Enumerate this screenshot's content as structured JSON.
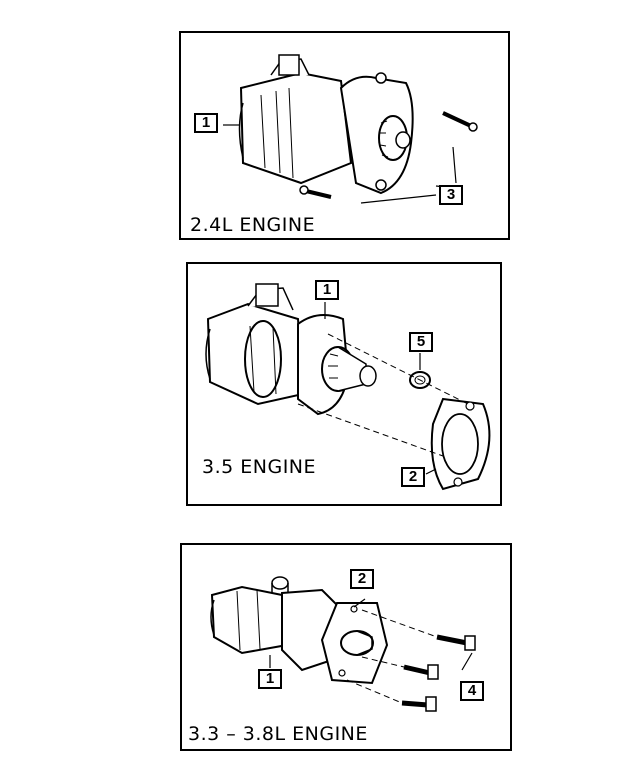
{
  "panels": [
    {
      "label": "2.4L  ENGINE",
      "callouts": [
        "1",
        "3"
      ]
    },
    {
      "label": "3.5  ENGINE",
      "callouts": [
        "1",
        "5",
        "2"
      ]
    },
    {
      "label": "3.3  –  3.8L  ENGINE",
      "callouts": [
        "2",
        "1",
        "4"
      ]
    }
  ]
}
